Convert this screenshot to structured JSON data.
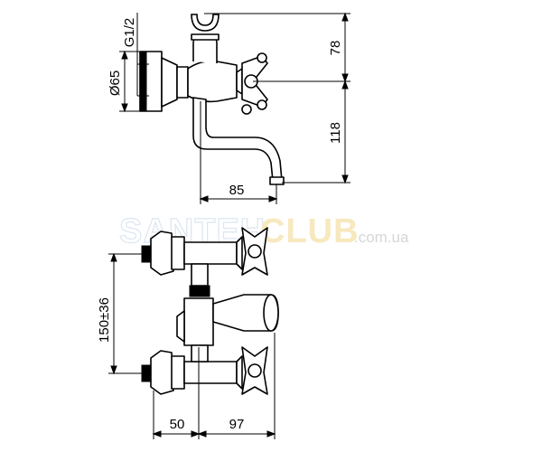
{
  "watermark": {
    "part1": "SANTEH",
    "part2": "CLUB",
    "part3": ".com.ua"
  },
  "dimensions": {
    "top_height": "78",
    "lower_height": "118",
    "spout_reach": "85",
    "thread": "G1/2",
    "diameter": "Ø65",
    "center_distance": "150±36",
    "wall_offset": "50",
    "body_depth": "97"
  }
}
